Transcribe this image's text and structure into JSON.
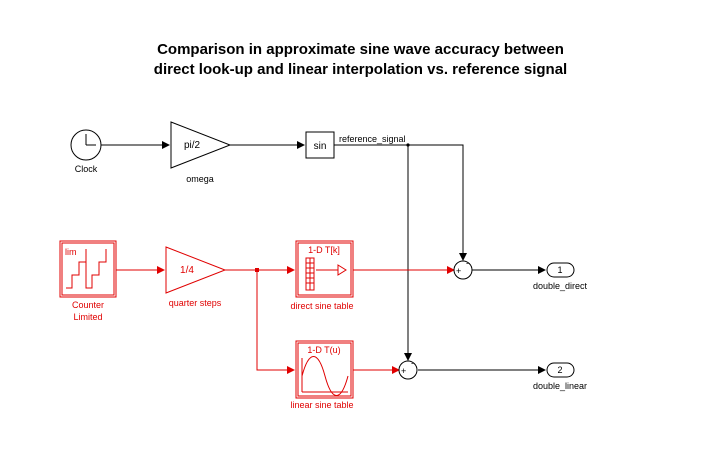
{
  "title": {
    "line1": "Comparison in approximate sine wave accuracy between",
    "line2": "direct look-up and linear interpolation vs. reference signal"
  },
  "colors": {
    "default": "#000000",
    "highlight": "#e00000"
  },
  "blocks": {
    "clock": {
      "label": "Clock"
    },
    "omega": {
      "text": "pi/2",
      "label": "omega"
    },
    "sin": {
      "text": "sin"
    },
    "counter": {
      "text": "lim",
      "label_line1": "Counter",
      "label_line2": "Limited"
    },
    "quarter": {
      "text": "1/4",
      "label": "quarter steps"
    },
    "direct_table": {
      "text": "1-D T[k]",
      "label": "direct sine table"
    },
    "linear_table": {
      "text": "1-D T(u)",
      "label": "linear sine table"
    },
    "sum1": {
      "plus": "+",
      "minus": "-"
    },
    "sum2": {
      "plus": "+",
      "minus": "-"
    },
    "out1": {
      "text": "1",
      "label": "double_direct"
    },
    "out2": {
      "text": "2",
      "label": "double_linear"
    }
  },
  "signals": {
    "reference": "reference_signal"
  }
}
